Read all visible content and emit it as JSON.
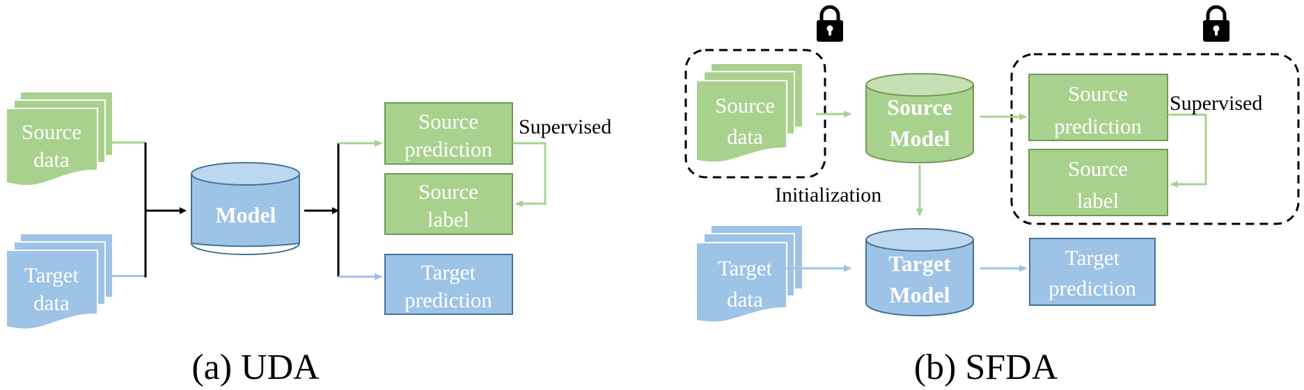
{
  "colors": {
    "green_fill": "#a9d18e",
    "green_top": "#c5e0b4",
    "green_border": "#6f9a52",
    "green_line": "#a9d18e",
    "blue_fill": "#9dc3e6",
    "blue_top": "#bdd7ee",
    "blue_border": "#41719c",
    "blue_line": "#9dc3e6",
    "black": "#000000"
  },
  "uda": {
    "caption": "(a) UDA",
    "source_data": [
      "Source",
      "data"
    ],
    "target_data": [
      "Target",
      "data"
    ],
    "model": "Model",
    "source_prediction": [
      "Source",
      "prediction"
    ],
    "source_label": [
      "Source",
      "label"
    ],
    "target_prediction": [
      "Target",
      "prediction"
    ],
    "supervised": "Supervised"
  },
  "sfda": {
    "caption": "(b) SFDA",
    "source_data": [
      "Source",
      "data"
    ],
    "source_model": [
      "Source",
      "Model"
    ],
    "initialization": "Initialization",
    "target_data": [
      "Target",
      "data"
    ],
    "target_model": [
      "Target",
      "Model"
    ],
    "source_prediction": [
      "Source",
      "prediction"
    ],
    "source_label": [
      "Source",
      "label"
    ],
    "target_prediction": [
      "Target",
      "prediction"
    ],
    "supervised": "Supervised",
    "locks": [
      "lock-icon",
      "lock-icon"
    ]
  }
}
